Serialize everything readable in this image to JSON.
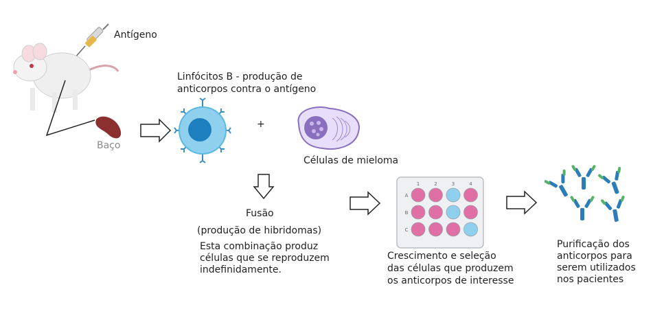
{
  "labels": {
    "antigen": "Antígeno",
    "spleen": "Baço",
    "lymphocytes_line1": "Linfócitos B - produção de",
    "lymphocytes_line2": "anticorpos contra o antígeno",
    "plus": "+",
    "myeloma": "Células de mieloma",
    "fusion": "Fusão",
    "hybridoma": "(produção de hibridomas)",
    "combination_line1": "Esta combinação produz",
    "combination_line2": "células que se reproduzem",
    "combination_line3": "indefinidamente.",
    "growth_line1": "Crescimento e seleção",
    "growth_line2": "das células que produzem",
    "growth_line3": "os anticorpos de interesse",
    "purif_line1": "Purificação dos",
    "purif_line2": "anticorpos para",
    "purif_line3": "serem utilizados",
    "purif_line4": "nos pacientes"
  },
  "plate": {
    "columns": [
      "1",
      "2",
      "3",
      "4"
    ],
    "rows": [
      "A",
      "B",
      "C"
    ],
    "wells": [
      [
        "pink",
        "pink",
        "blue",
        "pink"
      ],
      [
        "pink",
        "pink",
        "blue",
        "pink"
      ],
      [
        "pink",
        "pink",
        "pink",
        "blue"
      ]
    ]
  },
  "colors": {
    "pink_well": "#e06fa6",
    "blue_well": "#8fd0ee",
    "cell_blue": "#5bb8e0",
    "nucleus": "#1e7fbf",
    "myeloma": "#8b6fbf",
    "spleen": "#8c2f2f",
    "antibody_blue": "#2a7db8",
    "antibody_green": "#56b26a"
  }
}
